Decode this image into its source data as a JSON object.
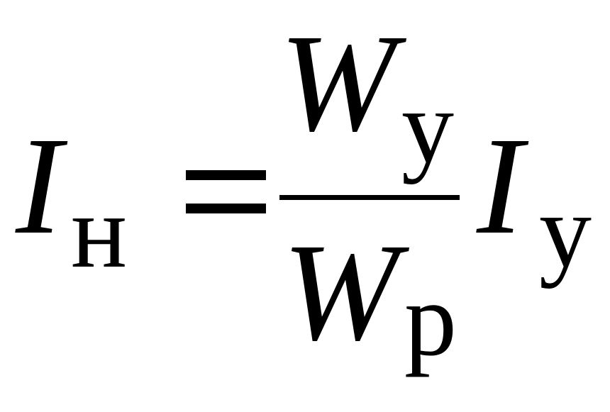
{
  "formula": {
    "lhs": {
      "symbol": "I",
      "subscript": "н"
    },
    "equals": "=",
    "numerator": {
      "symbol": "W",
      "subscript": "у"
    },
    "denominator": {
      "symbol": "W",
      "subscript": "р"
    },
    "rhs_factor": {
      "symbol": "I",
      "subscript": "у"
    }
  }
}
